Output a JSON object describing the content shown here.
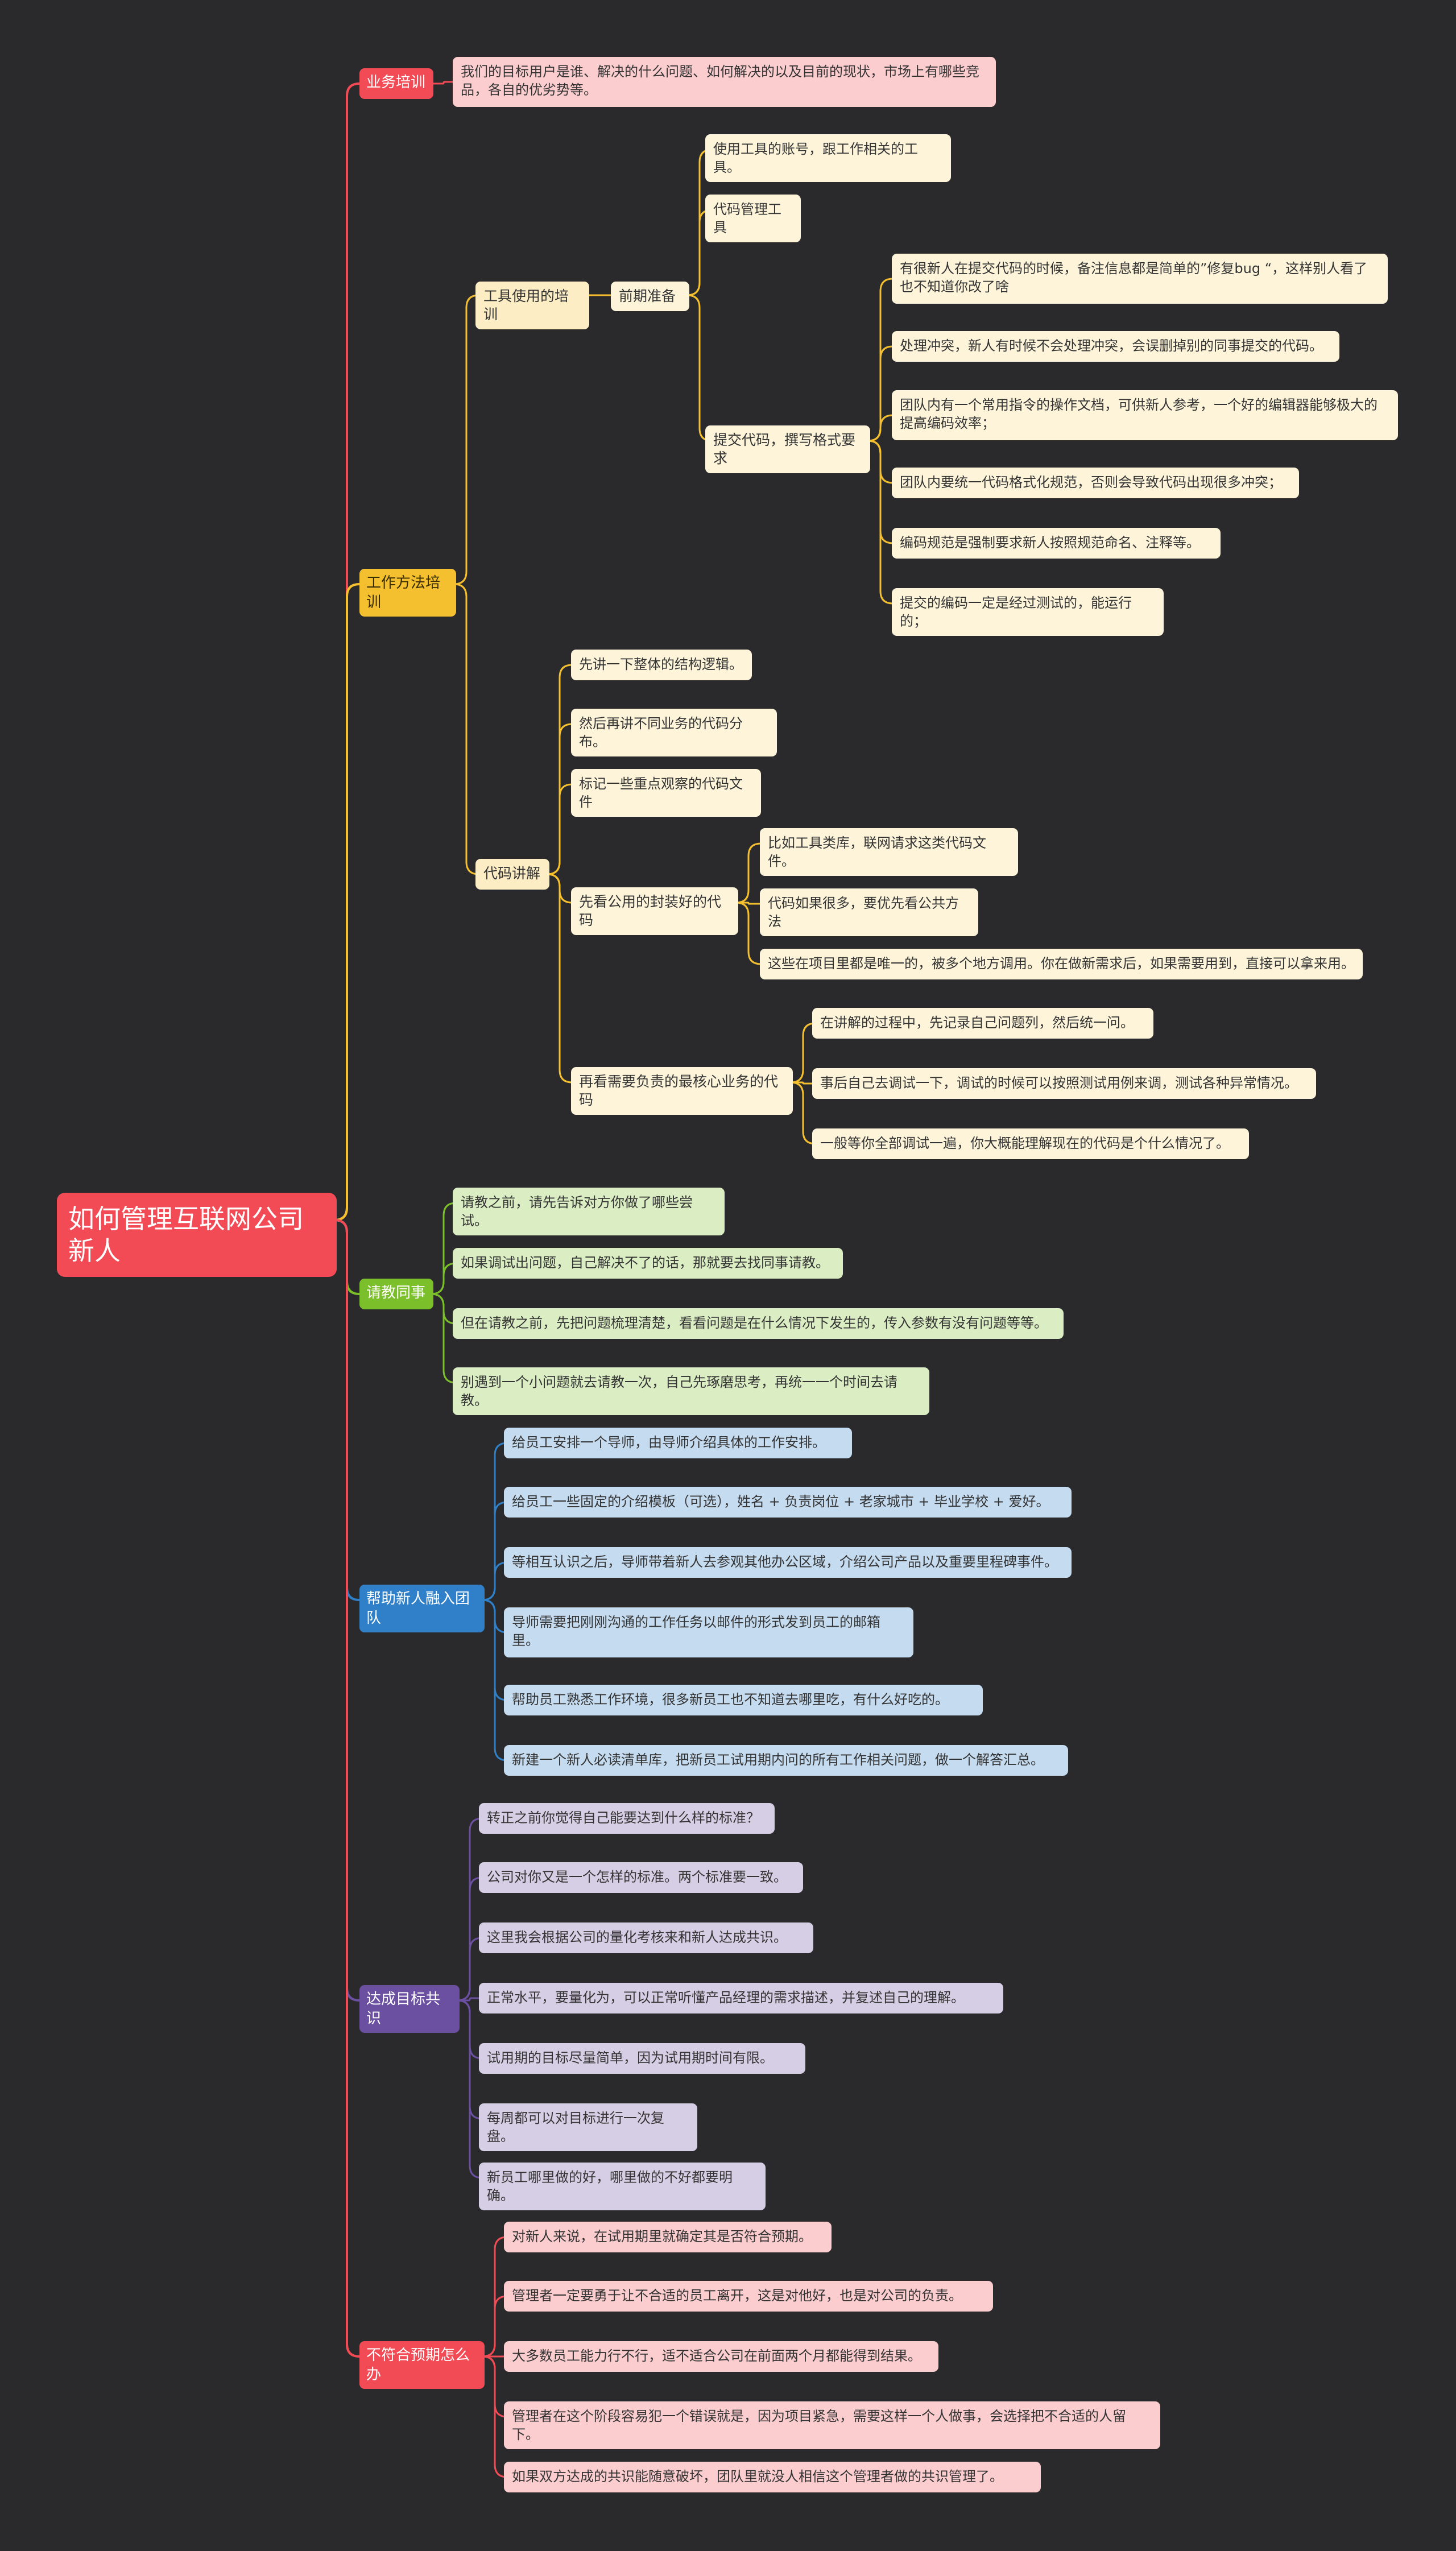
{
  "mindmap": {
    "root": "如何管理互联网公司新人",
    "branches": [
      {
        "label": "业务培训",
        "color": "#f24b55",
        "children": [
          {
            "label": "我们的目标用户是谁、解决的什么问题、如何解决的以及目前的现状，市场上有哪些竞品，各自的优劣势等。"
          }
        ]
      },
      {
        "label": "工作方法培训",
        "color": "#f5c02f",
        "children": [
          {
            "label": "工具使用的培训",
            "children": [
              {
                "label": "前期准备",
                "children": [
                  {
                    "label": "使用工具的账号，跟工作相关的工具。"
                  },
                  {
                    "label": "代码管理工具"
                  },
                  {
                    "label": "提交代码，撰写格式要求",
                    "children": [
                      {
                        "label": "有很新人在提交代码的时候，备注信息都是简单的”修复bug “，这样别人看了也不知道你改了啥"
                      },
                      {
                        "label": "处理冲突，新人有时候不会处理冲突，会误删掉别的同事提交的代码。"
                      },
                      {
                        "label": "团队内有一个常用指令的操作文档，可供新人参考，一个好的编辑器能够极大的提高编码效率；"
                      },
                      {
                        "label": "团队内要统一代码格式化规范，否则会导致代码出现很多冲突；"
                      },
                      {
                        "label": "编码规范是强制要求新人按照规范命名、注释等。"
                      },
                      {
                        "label": "提交的编码一定是经过测试的，能运行的；"
                      }
                    ]
                  }
                ]
              }
            ]
          },
          {
            "label": "代码讲解",
            "children": [
              {
                "label": "先讲一下整体的结构逻辑。"
              },
              {
                "label": "然后再讲不同业务的代码分布。"
              },
              {
                "label": "标记一些重点观察的代码文件"
              },
              {
                "label": "先看公用的封装好的代码",
                "children": [
                  {
                    "label": "比如工具类库，联网请求这类代码文件。"
                  },
                  {
                    "label": "代码如果很多，要优先看公共方法"
                  },
                  {
                    "label": "这些在项目里都是唯一的，被多个地方调用。你在做新需求后，如果需要用到，直接可以拿来用。"
                  }
                ]
              },
              {
                "label": "再看需要负责的最核心业务的代码",
                "children": [
                  {
                    "label": "在讲解的过程中，先记录自己问题列，然后统一问。"
                  },
                  {
                    "label": "事后自己去调试一下，调试的时候可以按照测试用例来调，测试各种异常情况。"
                  },
                  {
                    "label": "一般等你全部调试一遍，你大概能理解现在的代码是个什么情况了。"
                  }
                ]
              }
            ]
          }
        ]
      },
      {
        "label": "请教同事",
        "color": "#7bbf2a",
        "children": [
          {
            "label": "请教之前，请先告诉对方你做了哪些尝试。"
          },
          {
            "label": "如果调试出问题，自己解决不了的话，那就要去找同事请教。"
          },
          {
            "label": "但在请教之前，先把问题梳理清楚，看看问题是在什么情况下发生的，传入参数有没有问题等等。"
          },
          {
            "label": "别遇到一个小问题就去请教一次，自己先琢磨思考，再统一一个时间去请教。"
          }
        ]
      },
      {
        "label": "帮助新人融入团队",
        "color": "#2f80c8",
        "children": [
          {
            "label": "给员工安排一个导师，由导师介绍具体的工作安排。"
          },
          {
            "label": "给员工一些固定的介绍模板（可选），姓名 + 负责岗位 + 老家城市 + 毕业学校 + 爱好。"
          },
          {
            "label": "等相互认识之后，导师带着新人去参观其他办公区域，介绍公司产品以及重要里程碑事件。"
          },
          {
            "label": "导师需要把刚刚沟通的工作任务以邮件的形式发到员工的邮箱里。"
          },
          {
            "label": "帮助员工熟悉工作环境，很多新员工也不知道去哪里吃，有什么好吃的。"
          },
          {
            "label": "新建一个新人必读清单库，把新员工试用期内问的所有工作相关问题，做一个解答汇总。"
          }
        ]
      },
      {
        "label": "达成目标共识",
        "color": "#6b4fa0",
        "children": [
          {
            "label": "转正之前你觉得自己能要达到什么样的标准？"
          },
          {
            "label": "公司对你又是一个怎样的标准。两个标准要一致。"
          },
          {
            "label": "这里我会根据公司的量化考核来和新人达成共识。"
          },
          {
            "label": "正常水平，要量化为，可以正常听懂产品经理的需求描述，并复述自己的理解。"
          },
          {
            "label": "试用期的目标尽量简单，因为试用期时间有限。"
          },
          {
            "label": "每周都可以对目标进行一次复盘。"
          },
          {
            "label": "新员工哪里做的好，哪里做的不好都要明确。"
          }
        ]
      },
      {
        "label": "不符合预期怎么办",
        "color": "#f24b55",
        "children": [
          {
            "label": "对新人来说，在试用期里就确定其是否符合预期。"
          },
          {
            "label": "管理者一定要勇于让不合适的员工离开，这是对他好，也是对公司的负责。"
          },
          {
            "label": "大多数员工能力行不行，适不适合公司在前面两个月都能得到结果。"
          },
          {
            "label": "管理者在这个阶段容易犯一个错误就是，因为项目紧急，需要这样一个人做事，会选择把不合适的人留下。"
          },
          {
            "label": "如果双方达成的共识能随意破坏，团队里就没人相信这个管理者做的共识管理了。"
          }
        ]
      }
    ]
  }
}
